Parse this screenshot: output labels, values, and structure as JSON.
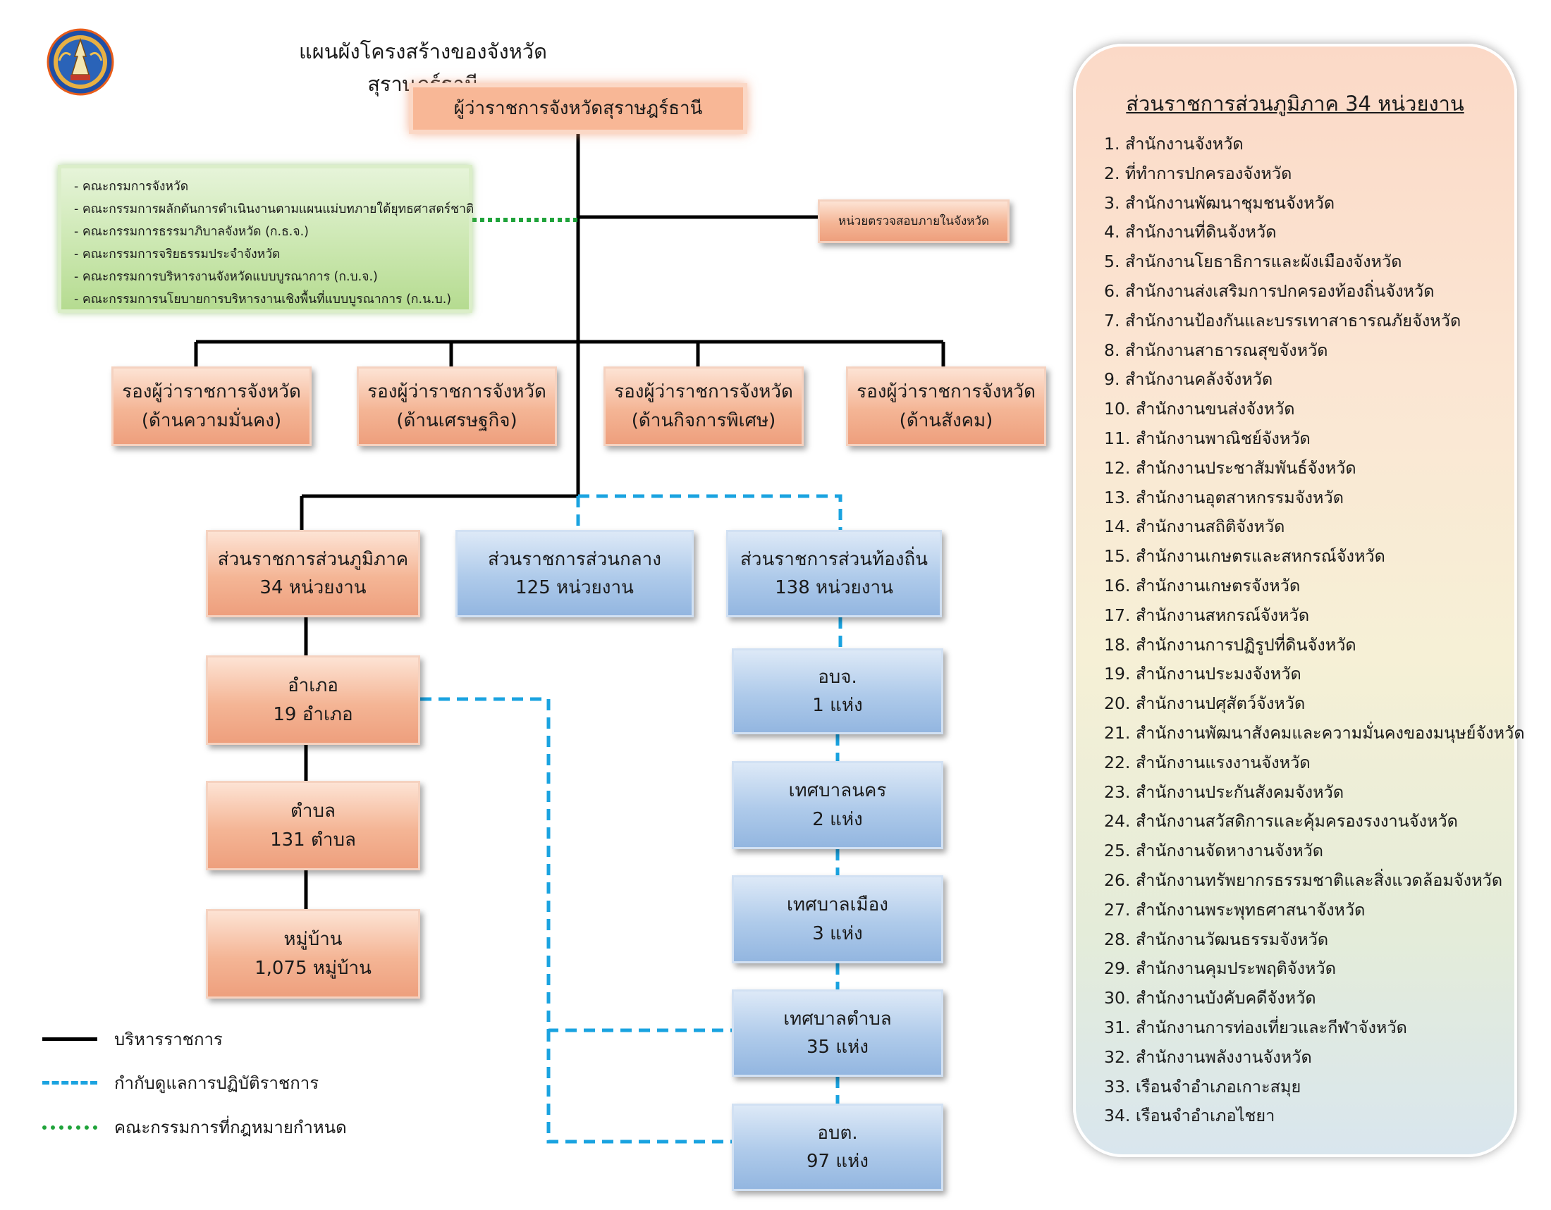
{
  "title": "แผนผังโครงสร้างของจังหวัดสุราษฎร์ธานี",
  "logo_icon": "provincial-seal",
  "governor": "ผู้ว่าราชการจังหวัดสุราษฎร์ธานี",
  "internal_audit": "หน่วยตรวจสอบภายในจังหวัด",
  "committees": [
    "- คณะกรมการจังหวัด",
    "- คณะกรรมการผลักดันการดำเนินงานตามแผนแม่บทภายใต้ยุทธศาสตร์ชาติ",
    "- คณะกรรมการธรรมาภิบาลจังหวัด (ก.ธ.จ.)",
    "- คณะกรรมการจริยธรรมประจำจังหวัด",
    "- คณะกรรมการบริหารงานจังหวัดแบบบูรณาการ (ก.บ.จ.)",
    "- คณะกรรมการนโยบายการบริหารงานเชิงพื้นที่แบบบูรณาการ (ก.น.บ.)"
  ],
  "deputies": [
    {
      "line1": "รองผู้ว่าราชการจังหวัด",
      "line2": "(ด้านความมั่นคง)"
    },
    {
      "line1": "รองผู้ว่าราชการจังหวัด",
      "line2": "(ด้านเศรษฐกิจ)"
    },
    {
      "line1": "รองผู้ว่าราชการจังหวัด",
      "line2": "(ด้านกิจการพิเศษ)"
    },
    {
      "line1": "รองผู้ว่าราชการจังหวัด",
      "line2": "(ด้านสังคม)"
    }
  ],
  "admin": {
    "regional": {
      "line1": "ส่วนราชการส่วนภูมิภาค",
      "line2": "34 หน่วยงาน"
    },
    "central": {
      "line1": "ส่วนราชการส่วนกลาง",
      "line2": "125 หน่วยงาน"
    },
    "local": {
      "line1": "ส่วนราชการส่วนท้องถิ่น",
      "line2": "138 หน่วยงาน"
    }
  },
  "regional_chain": [
    {
      "line1": "อำเภอ",
      "line2": "19 อำเภอ"
    },
    {
      "line1": "ตำบล",
      "line2": "131 ตำบล"
    },
    {
      "line1": "หมู่บ้าน",
      "line2": "1,075 หมู่บ้าน"
    }
  ],
  "local_chain": [
    {
      "line1": "อบจ.",
      "line2": "1 แห่ง"
    },
    {
      "line1": "เทศบาลนคร",
      "line2": "2 แห่ง"
    },
    {
      "line1": "เทศบาลเมือง",
      "line2": "3 แห่ง"
    },
    {
      "line1": "เทศบาลตำบล",
      "line2": "35 แห่ง"
    },
    {
      "line1": "อบต.",
      "line2": "97 แห่ง"
    }
  ],
  "legend": [
    {
      "label": "บริหารราชการ",
      "style": "solid",
      "color": "#000000"
    },
    {
      "label": "กำกับดูแลการปฏิบัติราชการ",
      "style": "dashed",
      "color": "#1aa3e0"
    },
    {
      "label": "คณะกรรมการที่กฎหมายกำหนด",
      "style": "dotted",
      "color": "#1fa33a"
    }
  ],
  "panel": {
    "title": "ส่วนราชการส่วนภูมิภาค 34 หน่วยงาน",
    "items": [
      "1. สำนักงานจังหวัด",
      "2. ที่ทำการปกครองจังหวัด",
      "3. สำนักงานพัฒนาชุมชนจังหวัด",
      "4. สำนักงานที่ดินจังหวัด",
      "5. สำนักงานโยธาธิการและผังเมืองจังหวัด",
      "6. สำนักงานส่งเสริมการปกครองท้องถิ่นจังหวัด",
      "7. สำนักงานป้องกันและบรรเทาสาธารณภัยจังหวัด",
      "8. สำนักงานสาธารณสุขจังหวัด",
      "9. สำนักงานคลังจังหวัด",
      "10. สำนักงานขนส่งจังหวัด",
      "11. สำนักงานพาณิชย์จังหวัด",
      "12. สำนักงานประชาสัมพันธ์จังหวัด",
      "13. สำนักงานอุตสาหกรรมจังหวัด",
      "14. สำนักงานสถิติจังหวัด",
      "15. สำนักงานเกษตรและสหกรณ์จังหวัด",
      "16. สำนักงานเกษตรจังหวัด",
      "17. สำนักงานสหกรณ์จังหวัด",
      "18. สำนักงานการปฏิรูปที่ดินจังหวัด",
      "19. สำนักงานประมงจังหวัด",
      "20. สำนักงานปศุสัตว์จังหวัด",
      "21. สำนักงานพัฒนาสังคมและความมั่นคงของมนุษย์จังหวัด",
      "22. สำนักงานแรงงานจังหวัด",
      "23. สำนักงานประกันสังคมจังหวัด",
      "24. สำนักงานสวัสดิการและคุ้มครองรงงานจังหวัด",
      "25. สำนักงานจัดหางานจังหวัด",
      "26. สำนักงานทรัพยากรธรรมชาติและสิ่งแวดล้อมจังหวัด",
      "27. สำนักงานพระพุทธศาสนาจังหวัด",
      "28. สำนักงานวัฒนธรรมจังหวัด",
      "29. สำนักงานคุมประพฤติจังหวัด",
      "30. สำนักงานบังคับคดีจังหวัด",
      "31. สำนักงานการท่องเที่ยวและกีฬาจังหวัด",
      "32. สำนักงานพลังงานจังหวัด",
      "33. เรือนจำอำเภอเกาะสมุย",
      "34. เรือนจำอำเภอไชยา"
    ]
  }
}
